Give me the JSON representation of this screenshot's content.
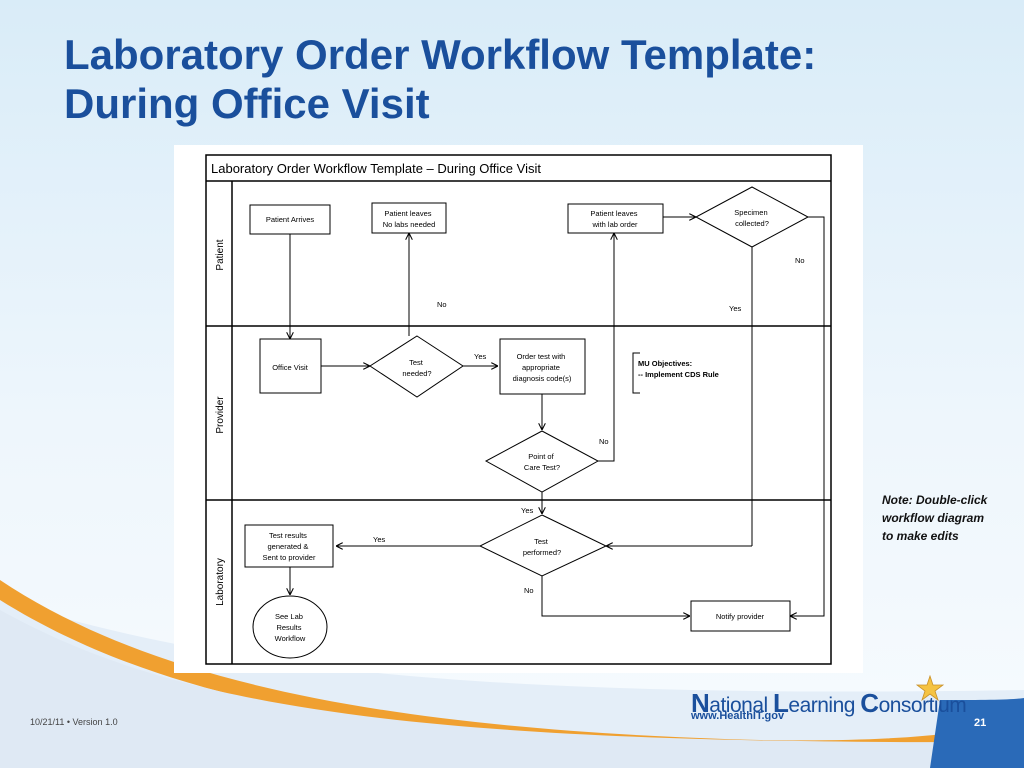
{
  "slide": {
    "title_line1": "Laboratory Order Workflow Template:",
    "title_line2": "During Office Visit",
    "note_lines": [
      "Note:  Double-click",
      "workflow diagram",
      "to make edits"
    ],
    "footer_date": "10/21/11 •",
    "footer_version": "Version 1.0",
    "page_number": "21",
    "brand_parts": [
      "N",
      "ational ",
      "L",
      "earning ",
      "C",
      "onsortium"
    ],
    "brand_url": "www.HealthIT.gov"
  },
  "diagram": {
    "header": "Laboratory Order Workflow Template – During Office Visit",
    "lanes": [
      "Patient",
      "Provider",
      "Laboratory"
    ],
    "nodes": {
      "patient_arrives": [
        "Patient  Arrives"
      ],
      "patient_leaves_no_labs": [
        "Patient  leaves",
        "No  labs  needed"
      ],
      "patient_leaves_lab_order": [
        "Patient  leaves",
        "with  lab  order"
      ],
      "specimen_collected": [
        "Specimen",
        "collected?"
      ],
      "office_visit": [
        "Office Visit"
      ],
      "test_needed": [
        "Test",
        "needed?"
      ],
      "order_test": [
        "Order  test  with",
        "appropriate",
        "diagnosis    code(s)"
      ],
      "point_of_care": [
        "Point  of",
        "Care  Test?"
      ],
      "test_results": [
        "Test  results",
        "generated   &",
        "Sent  to provider"
      ],
      "test_performed": [
        "Test",
        "performed?"
      ],
      "see_lab_results": [
        "See  Lab",
        "Results",
        "Workflow"
      ],
      "notify_provider": [
        "Notify  provider"
      ]
    },
    "mu_objectives": [
      "MU Objectives:",
      "--  Implement  CDS Rule"
    ],
    "edge_labels": {
      "test_needed_no": "No",
      "specimen_no": "No",
      "specimen_yes": "Yes",
      "test_needed_yes": "Yes",
      "poc_no": "No",
      "poc_yes": "Yes",
      "performed_yes": "Yes",
      "performed_no": "No"
    }
  },
  "colors": {
    "title_blue": "#1a4f9c",
    "background_top": "#d9ecf8",
    "swoosh_orange": "#f0a030",
    "swoosh_blue": "#2a6ab8"
  }
}
